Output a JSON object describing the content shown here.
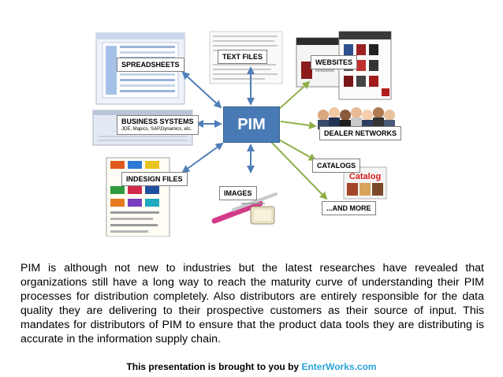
{
  "diagram": {
    "center_label": "PIM",
    "sources": {
      "spreadsheets": "SPREADSHEETS",
      "text_files": "TEXT FILES",
      "business_systems": "BUSINESS SYSTEMS",
      "business_systems_sub": "JDE, Mapics, SAP,Dynamics, etc.",
      "indesign_files": "INDESIGN FILES",
      "images": "IMAGES"
    },
    "outputs": {
      "websites": "WEBSITES",
      "dealer_networks": "DEALER NETWORKS",
      "catalogs": "CATALOGS",
      "catalog_cover_word": "Catalog",
      "and_more": "...AND MORE"
    },
    "colors": {
      "pim_box": "#4a7ab6",
      "input_arrow": "#4f7fb8",
      "output_arrow": "#8fb04a",
      "brand": "#2aa3d9"
    }
  },
  "body_text": "PIM is although not new to industries but the latest researches have revealed that organizations still have a long way to reach the maturity curve of understanding their PIM processes for distribution completely. Also distributors are entirely responsible for the data quality they are delivering to their prospective customers as their source of input. This mandates for distributors of PIM to ensure that the product data tools they are distributing is accurate in the information supply chain.",
  "footer": {
    "prefix": "This presentation is brought to you by ",
    "brand": "EnterWorks.com"
  }
}
